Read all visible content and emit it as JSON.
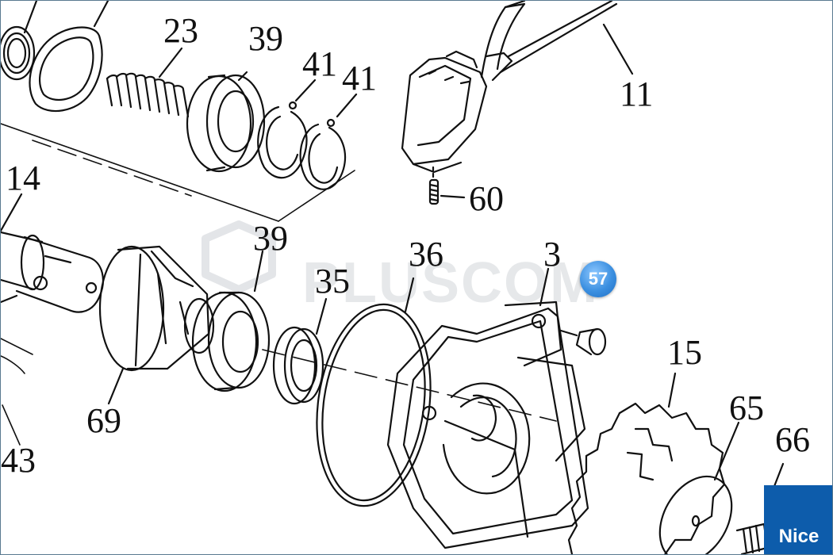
{
  "diagram": {
    "part_labels": {
      "p23": "23",
      "p39_top": "39",
      "p41_a": "41",
      "p41_b": "41",
      "p11": "11",
      "p14": "14",
      "p60": "60",
      "p39_mid": "39",
      "p36": "36",
      "p3": "3",
      "p35": "35",
      "p15": "15",
      "p69": "69",
      "p65": "65",
      "p66": "66",
      "p43": "43"
    },
    "watermark": "PLUSCOM",
    "hotspot": {
      "label": "57",
      "color": "#3b8fe0"
    }
  },
  "brand": {
    "label": "Nice",
    "color": "#0d5cab"
  }
}
